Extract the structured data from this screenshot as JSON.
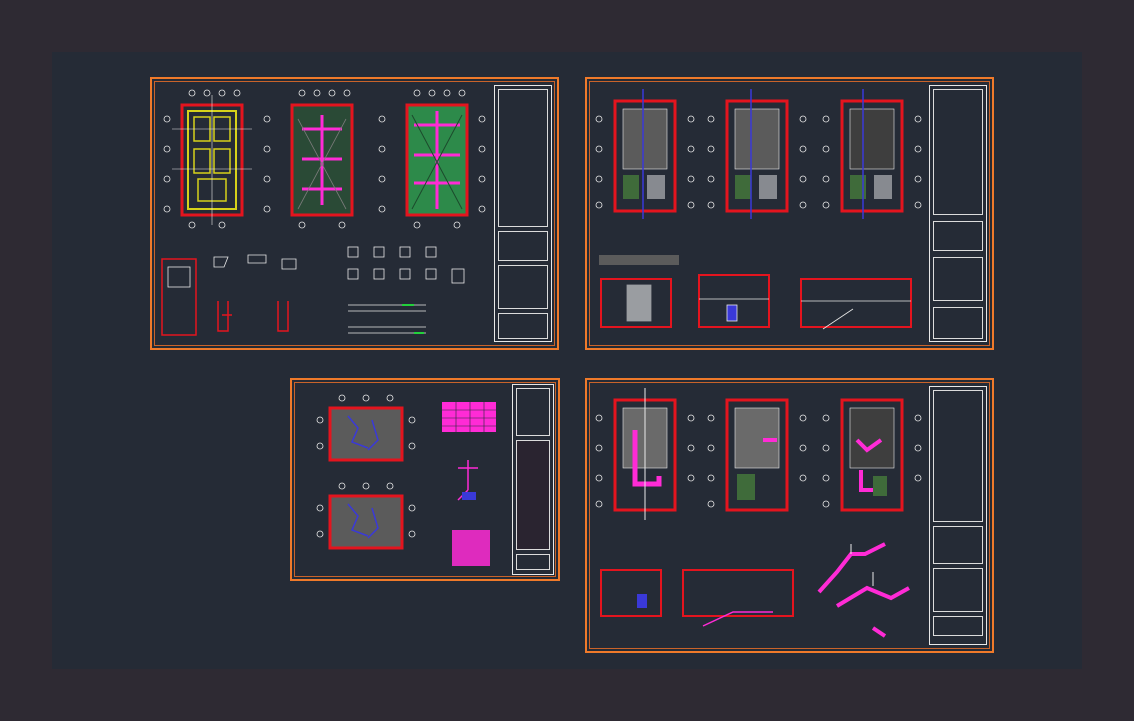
{
  "viewer": {
    "background_color": "#2e2a33",
    "model_space_color": "#252b36",
    "sheet_border_color": "#f07a2a"
  },
  "sheets": [
    {
      "id": "foundation-structural",
      "content": [
        "foundation-plan",
        "slab-plan-1",
        "slab-plan-2",
        "structural-details"
      ]
    },
    {
      "id": "architectural",
      "content": [
        "floor-plan-ground",
        "floor-plan-first",
        "floor-plan-roof",
        "elevations",
        "sections"
      ]
    },
    {
      "id": "site-plumbing",
      "content": [
        "site-plan-1",
        "site-plan-2",
        "fixture-table",
        "riser-detail"
      ]
    },
    {
      "id": "sanitary-installation",
      "content": [
        "sanitary-plan-ground",
        "sanitary-plan-first",
        "sanitary-plan-roof",
        "sections",
        "isometric"
      ]
    }
  ],
  "colors": {
    "accent_magenta": "#ff2bd6",
    "wall_red": "#e4141e",
    "line_white": "#e9e9e9",
    "slab_green": "#2d8a4a",
    "hatch_gray": "#7b7b7b",
    "yard_green": "#3f6b3a",
    "pipe_blue": "#3a39d8",
    "foundation_yellow": "#d6d21a"
  }
}
